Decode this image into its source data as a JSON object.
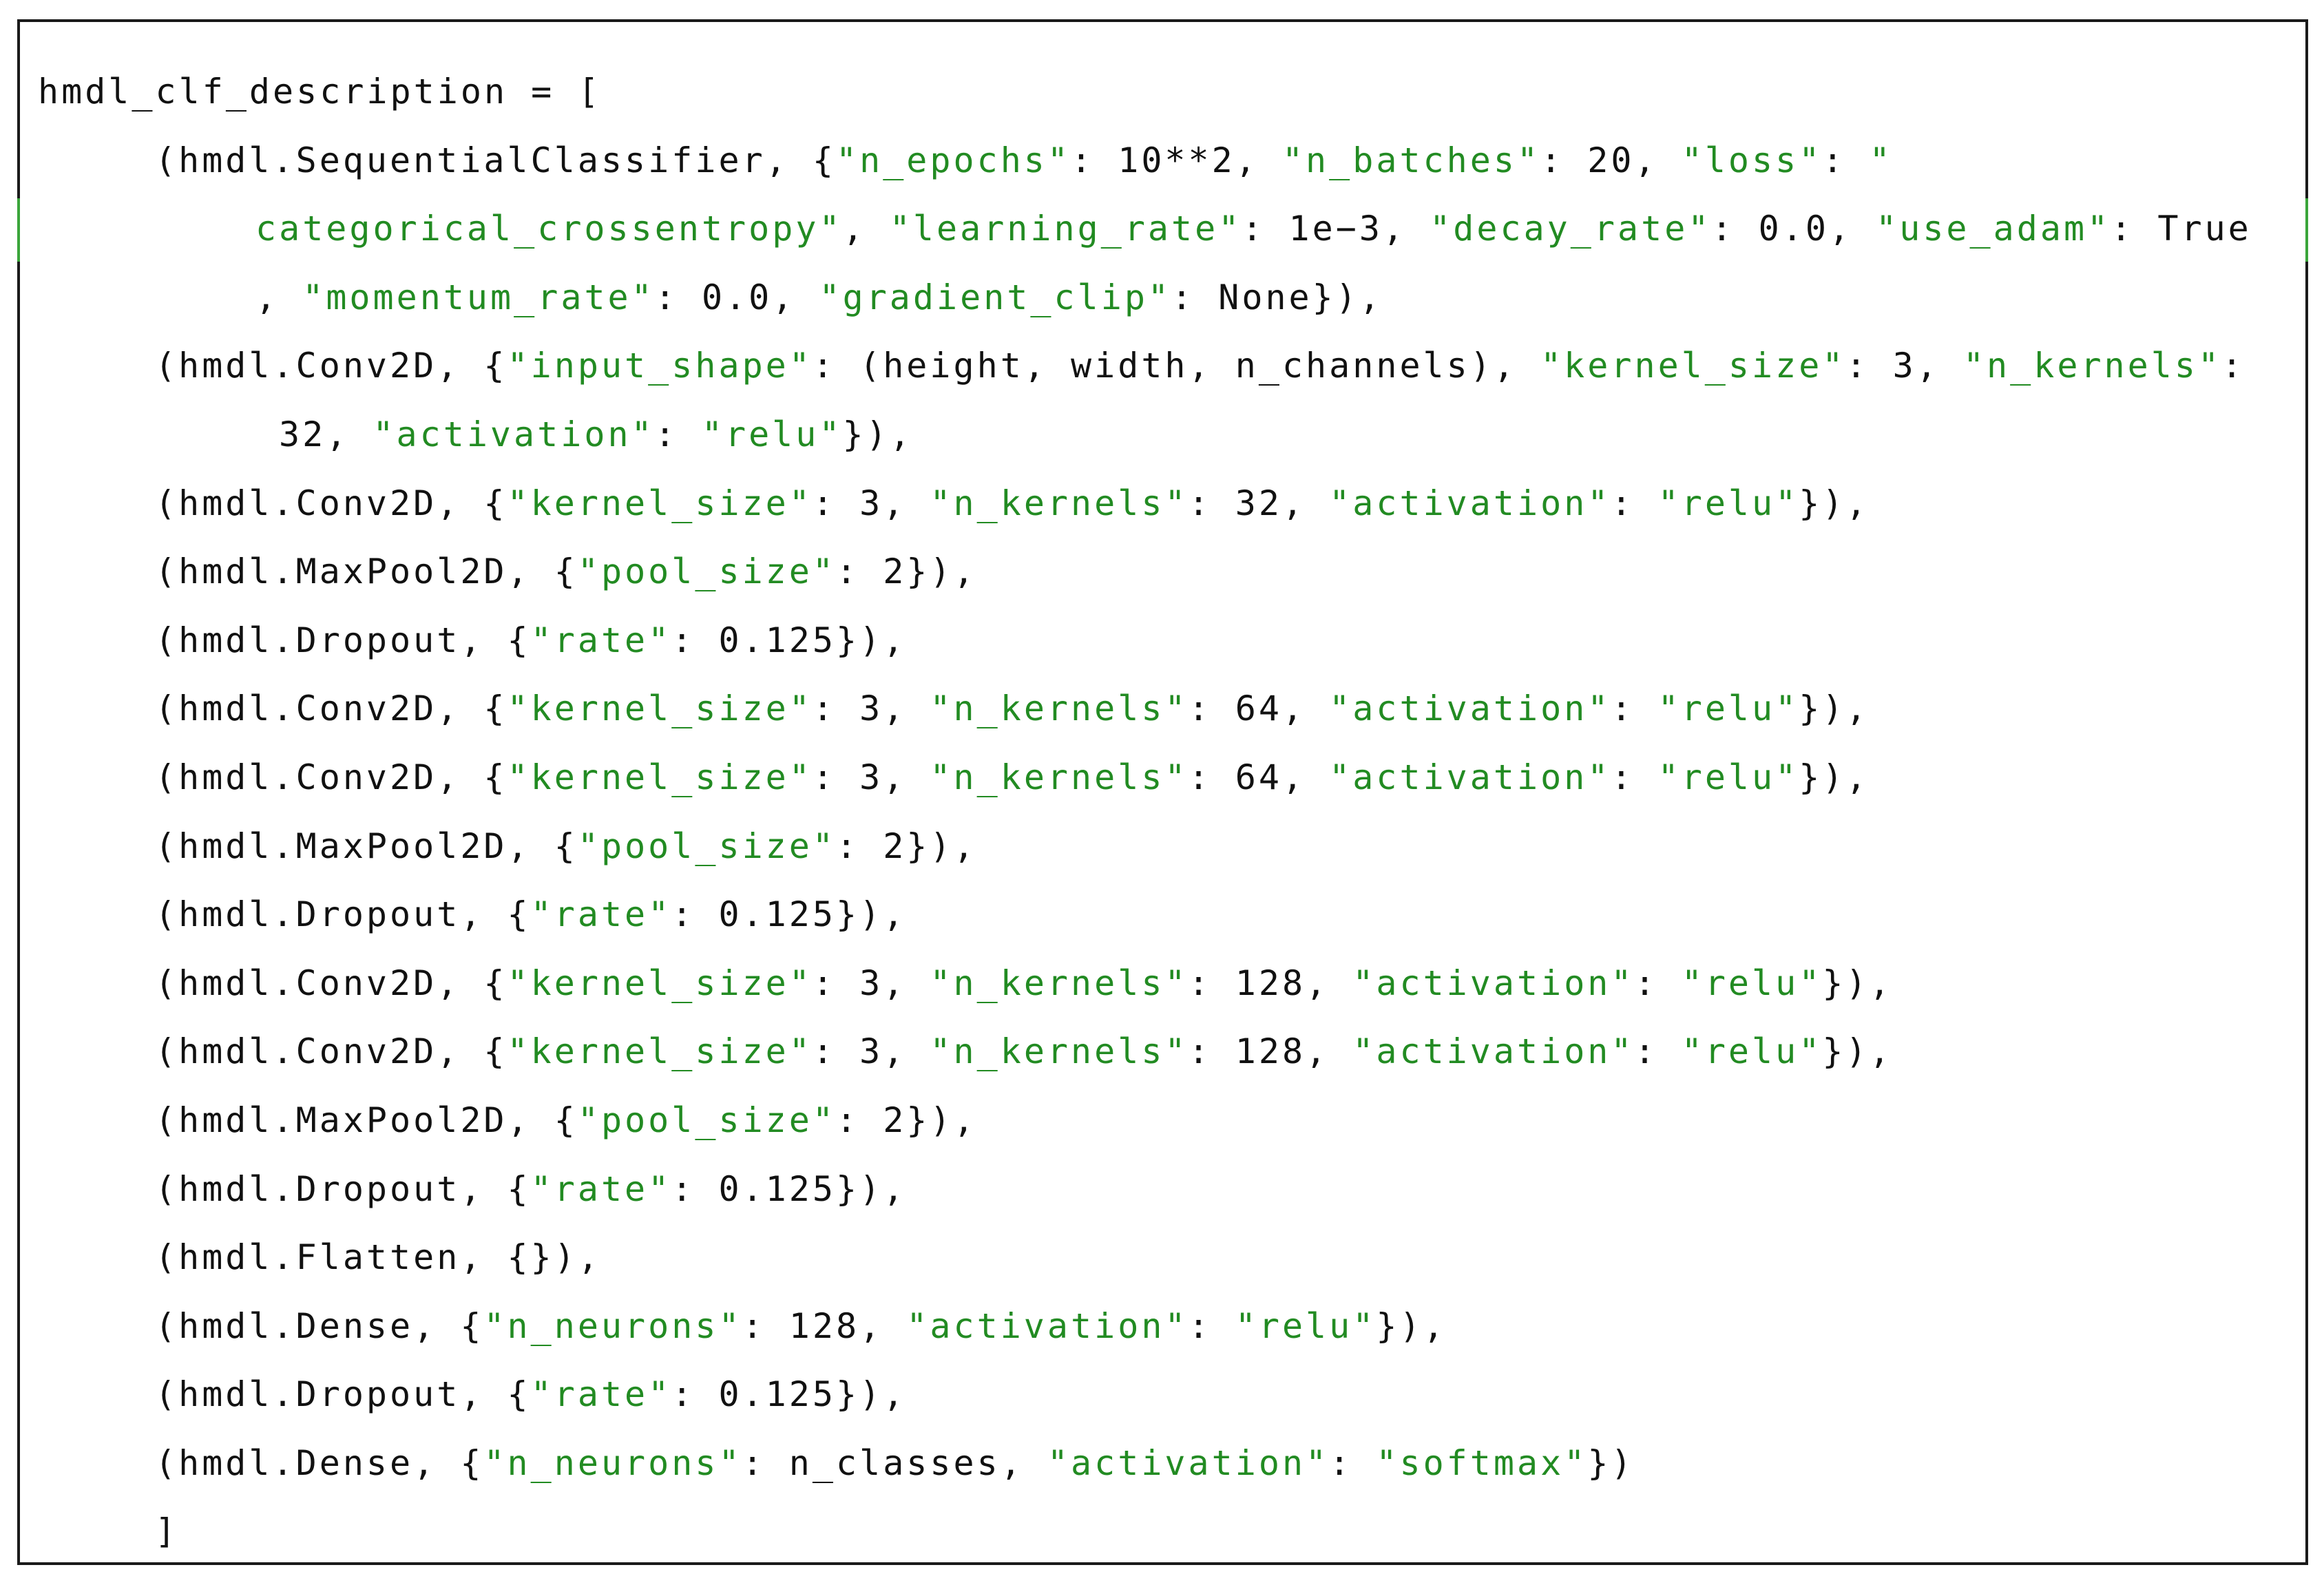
{
  "code": {
    "string_color": "#228b22",
    "text_color": "#111111",
    "lines": [
      {
        "indent": "none",
        "tokens": [
          {
            "t": "plain",
            "v": "hmdl_clf_description = ["
          }
        ]
      },
      {
        "indent": "ind",
        "tokens": [
          {
            "t": "plain",
            "v": "(hmdl.SequentialClassifier, {"
          },
          {
            "t": "str",
            "v": "\"n_epochs\""
          },
          {
            "t": "plain",
            "v": ": 10**2, "
          },
          {
            "t": "str",
            "v": "\"n_batches\""
          },
          {
            "t": "plain",
            "v": ": 20, "
          },
          {
            "t": "str",
            "v": "\"loss\""
          },
          {
            "t": "plain",
            "v": ": "
          },
          {
            "t": "str",
            "v": "\""
          }
        ]
      },
      {
        "indent": "wrap2",
        "tokens": [
          {
            "t": "str",
            "v": "categorical_crossentropy\""
          },
          {
            "t": "plain",
            "v": ", "
          },
          {
            "t": "str",
            "v": "\"learning_rate\""
          },
          {
            "t": "plain",
            "v": ": 1e−3, "
          },
          {
            "t": "str",
            "v": "\"decay_rate\""
          },
          {
            "t": "plain",
            "v": ": 0.0, "
          },
          {
            "t": "str",
            "v": "\"use_adam\""
          },
          {
            "t": "plain",
            "v": ": True"
          }
        ]
      },
      {
        "indent": "wrap2",
        "tokens": [
          {
            "t": "plain",
            "v": ", "
          },
          {
            "t": "str",
            "v": "\"momentum_rate\""
          },
          {
            "t": "plain",
            "v": ": 0.0, "
          },
          {
            "t": "str",
            "v": "\"gradient_clip\""
          },
          {
            "t": "plain",
            "v": ": None}),"
          }
        ]
      },
      {
        "indent": "ind",
        "tokens": [
          {
            "t": "plain",
            "v": "(hmdl.Conv2D, {"
          },
          {
            "t": "str",
            "v": "\"input_shape\""
          },
          {
            "t": "plain",
            "v": ": (height, width, n_channels), "
          },
          {
            "t": "str",
            "v": "\"kernel_size\""
          },
          {
            "t": "plain",
            "v": ": 3, "
          },
          {
            "t": "str",
            "v": "\"n_kernels\""
          },
          {
            "t": "plain",
            "v": ":"
          }
        ]
      },
      {
        "indent": "wrap3",
        "tokens": [
          {
            "t": "plain",
            "v": "32, "
          },
          {
            "t": "str",
            "v": "\"activation\""
          },
          {
            "t": "plain",
            "v": ": "
          },
          {
            "t": "str",
            "v": "\"relu\""
          },
          {
            "t": "plain",
            "v": "}),"
          }
        ]
      },
      {
        "indent": "ind",
        "tokens": [
          {
            "t": "plain",
            "v": "(hmdl.Conv2D, {"
          },
          {
            "t": "str",
            "v": "\"kernel_size\""
          },
          {
            "t": "plain",
            "v": ": 3, "
          },
          {
            "t": "str",
            "v": "\"n_kernels\""
          },
          {
            "t": "plain",
            "v": ": 32, "
          },
          {
            "t": "str",
            "v": "\"activation\""
          },
          {
            "t": "plain",
            "v": ": "
          },
          {
            "t": "str",
            "v": "\"relu\""
          },
          {
            "t": "plain",
            "v": "}),"
          }
        ]
      },
      {
        "indent": "ind",
        "tokens": [
          {
            "t": "plain",
            "v": "(hmdl.MaxPool2D, {"
          },
          {
            "t": "str",
            "v": "\"pool_size\""
          },
          {
            "t": "plain",
            "v": ": 2}),"
          }
        ]
      },
      {
        "indent": "ind",
        "tokens": [
          {
            "t": "plain",
            "v": "(hmdl.Dropout, {"
          },
          {
            "t": "str",
            "v": "\"rate\""
          },
          {
            "t": "plain",
            "v": ": 0.125}),"
          }
        ]
      },
      {
        "indent": "ind",
        "tokens": [
          {
            "t": "plain",
            "v": "(hmdl.Conv2D, {"
          },
          {
            "t": "str",
            "v": "\"kernel_size\""
          },
          {
            "t": "plain",
            "v": ": 3, "
          },
          {
            "t": "str",
            "v": "\"n_kernels\""
          },
          {
            "t": "plain",
            "v": ": 64, "
          },
          {
            "t": "str",
            "v": "\"activation\""
          },
          {
            "t": "plain",
            "v": ": "
          },
          {
            "t": "str",
            "v": "\"relu\""
          },
          {
            "t": "plain",
            "v": "}),"
          }
        ]
      },
      {
        "indent": "ind",
        "tokens": [
          {
            "t": "plain",
            "v": "(hmdl.Conv2D, {"
          },
          {
            "t": "str",
            "v": "\"kernel_size\""
          },
          {
            "t": "plain",
            "v": ": 3, "
          },
          {
            "t": "str",
            "v": "\"n_kernels\""
          },
          {
            "t": "plain",
            "v": ": 64, "
          },
          {
            "t": "str",
            "v": "\"activation\""
          },
          {
            "t": "plain",
            "v": ": "
          },
          {
            "t": "str",
            "v": "\"relu\""
          },
          {
            "t": "plain",
            "v": "}),"
          }
        ]
      },
      {
        "indent": "ind",
        "tokens": [
          {
            "t": "plain",
            "v": "(hmdl.MaxPool2D, {"
          },
          {
            "t": "str",
            "v": "\"pool_size\""
          },
          {
            "t": "plain",
            "v": ": 2}),"
          }
        ]
      },
      {
        "indent": "ind",
        "tokens": [
          {
            "t": "plain",
            "v": "(hmdl.Dropout, {"
          },
          {
            "t": "str",
            "v": "\"rate\""
          },
          {
            "t": "plain",
            "v": ": 0.125}),"
          }
        ]
      },
      {
        "indent": "ind",
        "tokens": [
          {
            "t": "plain",
            "v": "(hmdl.Conv2D, {"
          },
          {
            "t": "str",
            "v": "\"kernel_size\""
          },
          {
            "t": "plain",
            "v": ": 3, "
          },
          {
            "t": "str",
            "v": "\"n_kernels\""
          },
          {
            "t": "plain",
            "v": ": 128, "
          },
          {
            "t": "str",
            "v": "\"activation\""
          },
          {
            "t": "plain",
            "v": ": "
          },
          {
            "t": "str",
            "v": "\"relu\""
          },
          {
            "t": "plain",
            "v": "}),"
          }
        ]
      },
      {
        "indent": "ind",
        "tokens": [
          {
            "t": "plain",
            "v": "(hmdl.Conv2D, {"
          },
          {
            "t": "str",
            "v": "\"kernel_size\""
          },
          {
            "t": "plain",
            "v": ": 3, "
          },
          {
            "t": "str",
            "v": "\"n_kernels\""
          },
          {
            "t": "plain",
            "v": ": 128, "
          },
          {
            "t": "str",
            "v": "\"activation\""
          },
          {
            "t": "plain",
            "v": ": "
          },
          {
            "t": "str",
            "v": "\"relu\""
          },
          {
            "t": "plain",
            "v": "}),"
          }
        ]
      },
      {
        "indent": "ind",
        "tokens": [
          {
            "t": "plain",
            "v": "(hmdl.MaxPool2D, {"
          },
          {
            "t": "str",
            "v": "\"pool_size\""
          },
          {
            "t": "plain",
            "v": ": 2}),"
          }
        ]
      },
      {
        "indent": "ind",
        "tokens": [
          {
            "t": "plain",
            "v": "(hmdl.Dropout, {"
          },
          {
            "t": "str",
            "v": "\"rate\""
          },
          {
            "t": "plain",
            "v": ": 0.125}),"
          }
        ]
      },
      {
        "indent": "ind",
        "tokens": [
          {
            "t": "plain",
            "v": "(hmdl.Flatten, {}),"
          }
        ]
      },
      {
        "indent": "ind",
        "tokens": [
          {
            "t": "plain",
            "v": "(hmdl.Dense, {"
          },
          {
            "t": "str",
            "v": "\"n_neurons\""
          },
          {
            "t": "plain",
            "v": ": 128, "
          },
          {
            "t": "str",
            "v": "\"activation\""
          },
          {
            "t": "plain",
            "v": ": "
          },
          {
            "t": "str",
            "v": "\"relu\""
          },
          {
            "t": "plain",
            "v": "}),"
          }
        ]
      },
      {
        "indent": "ind",
        "tokens": [
          {
            "t": "plain",
            "v": "(hmdl.Dropout, {"
          },
          {
            "t": "str",
            "v": "\"rate\""
          },
          {
            "t": "plain",
            "v": ": 0.125}),"
          }
        ]
      },
      {
        "indent": "ind",
        "tokens": [
          {
            "t": "plain",
            "v": "(hmdl.Dense, {"
          },
          {
            "t": "str",
            "v": "\"n_neurons\""
          },
          {
            "t": "plain",
            "v": ": n_classes, "
          },
          {
            "t": "str",
            "v": "\"activation\""
          },
          {
            "t": "plain",
            "v": ": "
          },
          {
            "t": "str",
            "v": "\"softmax\""
          },
          {
            "t": "plain",
            "v": "})"
          }
        ]
      },
      {
        "indent": "ind",
        "tokens": [
          {
            "t": "plain",
            "v": "]"
          }
        ]
      }
    ]
  }
}
